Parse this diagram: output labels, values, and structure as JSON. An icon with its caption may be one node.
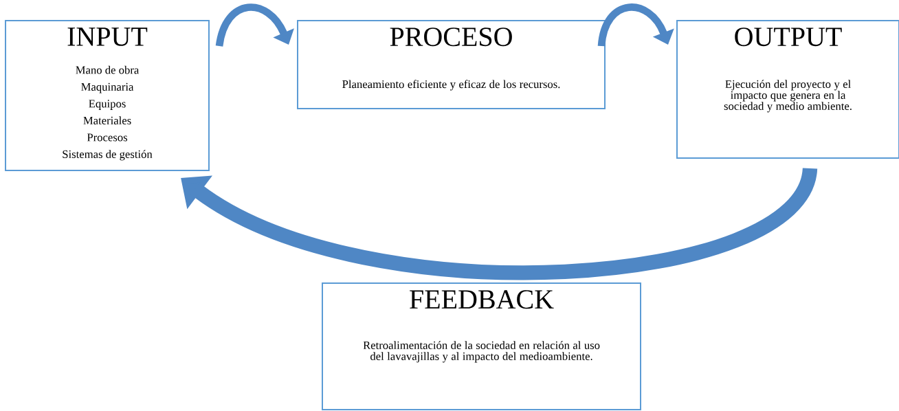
{
  "diagram": {
    "nodes": [
      {
        "text": [
          "INPUT",
          "Mano de obra",
          "Maquinaria",
          "Equipos",
          "Materiales",
          "Procesos",
          "Sistemas de gestión"
        ]
      },
      {
        "text": [
          "PROCESO",
          "Planeamiento eficiente y eficaz de los recursos."
        ]
      },
      {
        "text": [
          "OUTPUT",
          "Ejecución del proyecto y el impacto que genera en la sociedad y medio ambiente."
        ]
      },
      {
        "text": [
          "FEEDBACK",
          "Retroalimentación de la sociedad en relación al uso del lavavajillas y al impacto del medioambiente."
        ]
      }
    ],
    "edges": [
      {
        "from": 0,
        "to": 1,
        "arrow": "to"
      },
      {
        "from": 1,
        "to": 2,
        "arrow": "to"
      },
      {
        "from": 2,
        "to": 0,
        "arrow": "to",
        "style": "thick"
      }
    ]
  }
}
